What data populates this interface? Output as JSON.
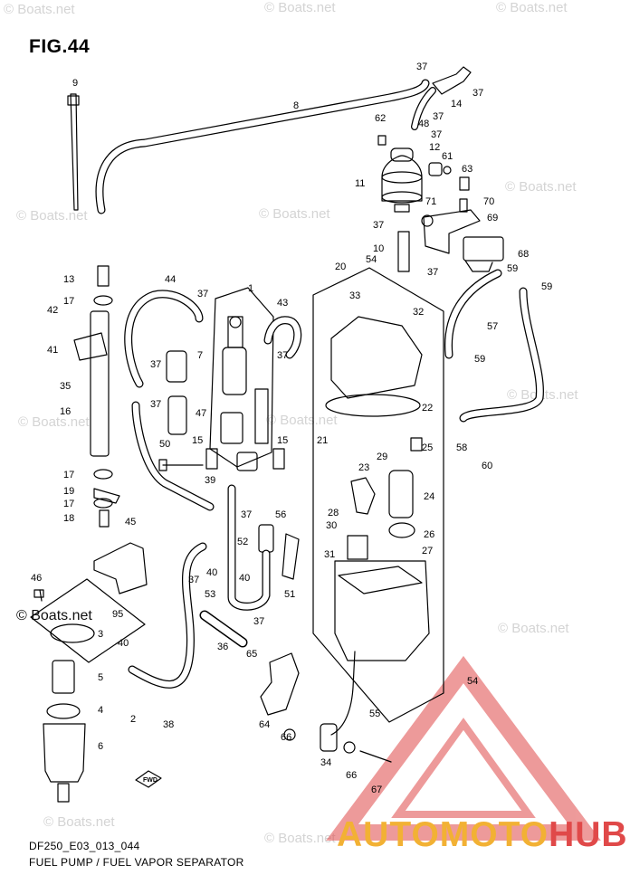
{
  "figure": {
    "title": "FIG.44",
    "code": "DF250_E03_013_044",
    "caption": "FUEL PUMP / FUEL VAPOR SEPARATOR"
  },
  "watermark": {
    "text": "© Boats.net",
    "color": "#d4d4d4"
  },
  "logo": {
    "part1": "AUTOMOTO",
    "part2": "HUB",
    "color1": "#f2b134",
    "color2": "#e04949"
  },
  "direction_label": "FWD",
  "callouts": [
    "9",
    "8",
    "37",
    "14",
    "37",
    "37",
    "48",
    "37",
    "62",
    "12",
    "61",
    "63",
    "11",
    "70",
    "71",
    "69",
    "37",
    "10",
    "68",
    "54",
    "37",
    "20",
    "59",
    "59",
    "44",
    "1",
    "43",
    "37",
    "13",
    "17",
    "42",
    "33",
    "32",
    "57",
    "41",
    "7",
    "37",
    "37",
    "59",
    "35",
    "37",
    "16",
    "47",
    "22",
    "21",
    "25",
    "58",
    "29",
    "60",
    "15",
    "15",
    "50",
    "23",
    "39",
    "17",
    "19",
    "24",
    "28",
    "37",
    "56",
    "17",
    "30",
    "26",
    "18",
    "45",
    "52",
    "31",
    "27",
    "40",
    "46",
    "40",
    "51",
    "53",
    "37",
    "95",
    "3",
    "36",
    "37",
    "65",
    "54",
    "40",
    "5",
    "4",
    "38",
    "64",
    "66",
    "55",
    "2",
    "6",
    "34",
    "66",
    "67"
  ]
}
